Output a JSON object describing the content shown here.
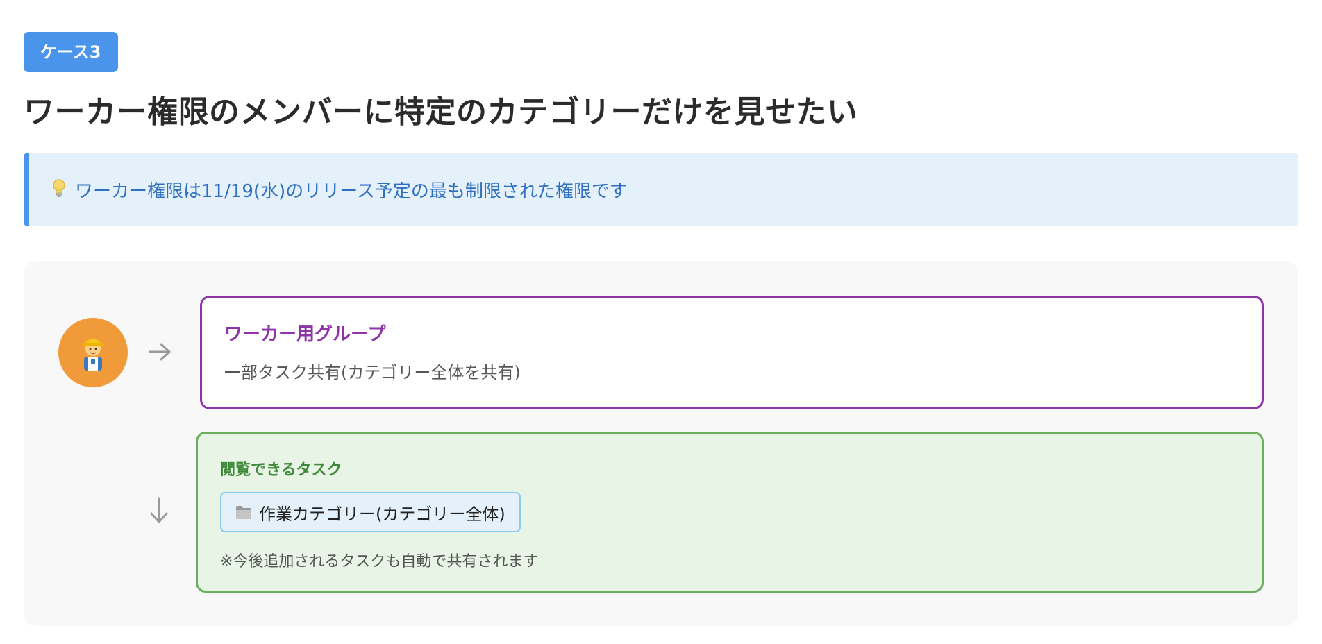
{
  "badge": {
    "label": "ケース3"
  },
  "title": "ワーカー権限のメンバーに特定のカテゴリーだけを見せたい",
  "info": {
    "icon": "lightbulb-icon",
    "text": "ワーカー権限は11/19(水)のリリース予定の最も制限された権限です"
  },
  "diagram": {
    "avatar": {
      "icon": "construction-worker-icon"
    },
    "group": {
      "name": "ワーカー用グループ",
      "description": "一部タスク共有(カテゴリー全体を共有)"
    },
    "visible": {
      "title": "閲覧できるタスク",
      "category": {
        "icon": "folder-icon",
        "label": "作業カテゴリー(カテゴリー全体)"
      },
      "note": "※今後追加されるタスクも自動で共有されます"
    }
  },
  "colors": {
    "accent_blue": "#4a94ec",
    "group_purple": "#8e33a8",
    "visible_green": "#6aae5e",
    "avatar_orange": "#f19a3a"
  }
}
